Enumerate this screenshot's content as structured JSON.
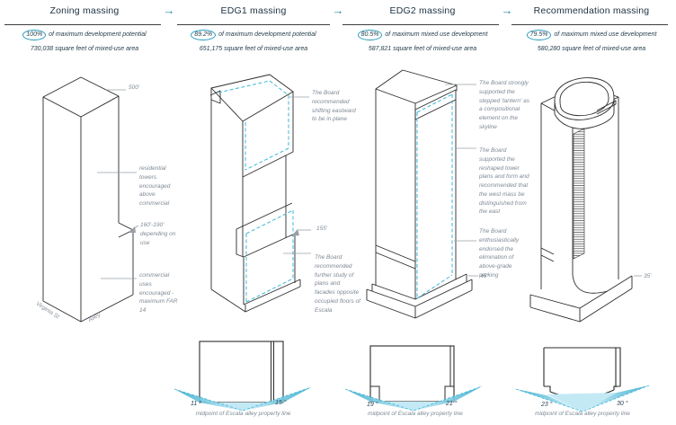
{
  "header": {
    "arrow": "→"
  },
  "colors": {
    "teal": "#2391b4",
    "cyan": "#3cb8d8",
    "ink": "#2b2b2b",
    "annotation": "#7e8a96",
    "plan_fill": "#35aed2"
  },
  "columns": [
    {
      "title": "Zoning massing",
      "percent": "100%",
      "percent_note": "of maximum development potential",
      "area": "730,038 square feet of mixed-use area",
      "ann": {
        "h_top": "500'",
        "n1": "residential towers encouraged above commercial",
        "n2": "160'-190' depending on use",
        "n3": "commercial uses encouraged - maximum FAR 14",
        "street_left": "Virginia St",
        "street_right": "Alley"
      }
    },
    {
      "title": "EDG1 massing",
      "percent": "89.2%",
      "percent_note": "of maximum development potential",
      "area": "651,175 square feet of mixed-use area",
      "ann": {
        "n1": "The Board recommended shifting eastward to be in plane",
        "h_mid": "155'",
        "n2": "The Board recommended further study of plans and facades opposite occupied floors of Escala"
      },
      "plan": {
        "angle_left": "11 °",
        "angle_right": "15 °",
        "caption": "midpoint of Escala alley property line"
      }
    },
    {
      "title": "EDG2 massing",
      "percent": "80.5%",
      "percent_note": "of maximum mixed use development",
      "area": "587,821 square feet of mixed-use area",
      "ann": {
        "n1": "The Board strongly supported the stepped 'lantern' as a compositional element on the skyline",
        "n2": "The Board supported the reshaped tower plans and form and recommended that the west mass be distinguished from the east",
        "n3": "The Board enthusiastically endorsed the elimination of above-grade parking",
        "h_low": "45'"
      },
      "plan": {
        "angle_left": "19 °",
        "angle_right": "21 °",
        "caption": "midpoint of Escala alley property line"
      }
    },
    {
      "title": "Recommendation massing",
      "percent": "79.5%",
      "percent_note": "of maximum mixed use development",
      "area": "580,280 square feet of mixed-use area",
      "ann": {
        "h_low": "35'"
      },
      "plan": {
        "angle_left": "23 °",
        "angle_right": "30 °",
        "caption": "midpoint of Escala alley property line"
      }
    }
  ]
}
